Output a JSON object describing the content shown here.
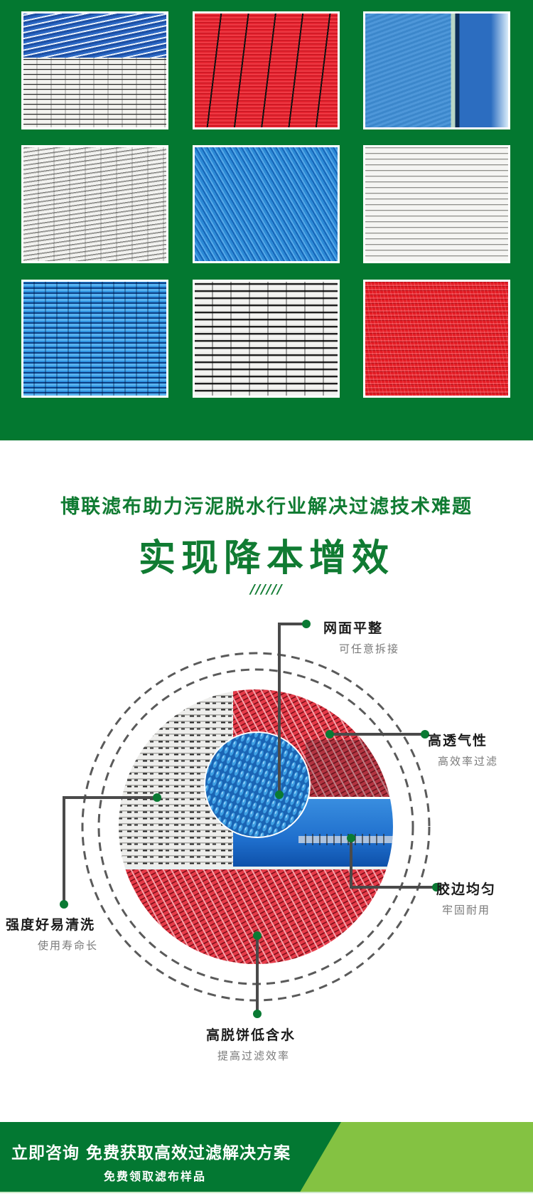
{
  "gallery": {
    "background": "#037830",
    "tiles": [
      {
        "name": "blue-white-spiral-mesh",
        "texture": "bluewhite"
      },
      {
        "name": "red-striped-mesh",
        "texture": "redstripe"
      },
      {
        "name": "blue-seamed-panel",
        "texture": "bluepanel"
      },
      {
        "name": "grey-spiral-mesh",
        "texture": "greyspiral"
      },
      {
        "name": "blue-twill-mesh",
        "texture": "bluetwill"
      },
      {
        "name": "white-fine-mesh",
        "texture": "whitefine"
      },
      {
        "name": "blue-spiral-mesh",
        "texture": "bluespiral"
      },
      {
        "name": "grey-coarse-spiral-mesh",
        "texture": "greycoarse"
      },
      {
        "name": "red-woven-mesh",
        "texture": "redmesh"
      }
    ]
  },
  "headline": {
    "subtitle": "博联滤布助力污泥脱水行业解决过滤技术难题",
    "title": "实现降本增效",
    "divider": "//////",
    "color": "#107b32"
  },
  "diagram": {
    "callouts": [
      {
        "title": "网面平整",
        "desc": "可任意拆接"
      },
      {
        "title": "高透气性",
        "desc": "高效率过滤"
      },
      {
        "title": "强度好易清洗",
        "desc": "使用寿命长"
      },
      {
        "title": "胶边均匀",
        "desc": "牢固耐用"
      },
      {
        "title": "高脱饼低含水",
        "desc": "提高过滤效率"
      }
    ],
    "dot_color": "#0a7a33",
    "line_color": "#4a4a4a"
  },
  "banner": {
    "main": "立即咨询 免费获取高效过滤解决方案",
    "sub": "免费领取滤布样品",
    "dark_color": "#037832",
    "light_color": "#84c242"
  }
}
